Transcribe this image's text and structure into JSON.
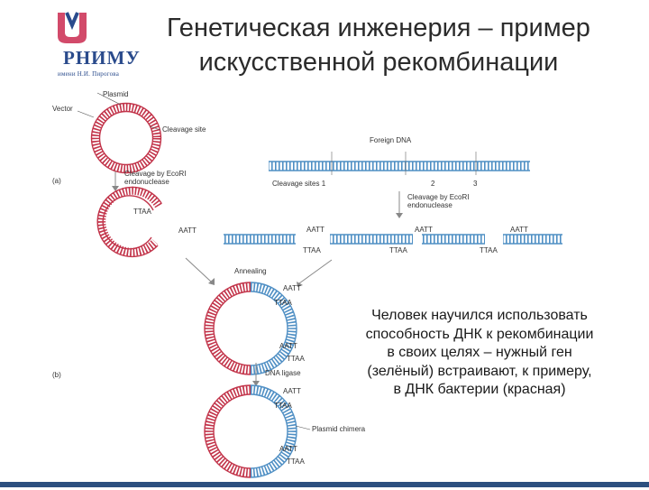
{
  "header": {
    "logo_name": "РНИМУ",
    "logo_sub": "имени Н.И. Пирогова",
    "title_line1": "Генетическая инженерия – пример",
    "title_line2": "искусственной рекомбинации"
  },
  "figure": {
    "labels": {
      "plasmid": "Plasmid",
      "vector": "Vector",
      "cleavage_site": "Cleavage site",
      "foreign_dna": "Foreign DNA",
      "cleavage_sites": "Cleavage sites 1",
      "site_2": "2",
      "site_3": "3",
      "panel_a": "(a)",
      "cleavage_ecori_left_1": "Cleavage by EcoRI",
      "cleavage_ecori_left_2": "endonuclease",
      "cleavage_ecori_right_1": "Cleavage by EcoRI",
      "cleavage_ecori_right_2": "endonuclease",
      "annealing": "Annealing",
      "panel_b": "(b)",
      "dna_ligase": "DNA ligase",
      "plasmid_chimera": "Plasmid chimera",
      "aatt": "AATT",
      "ttaa": "TTAA"
    }
  },
  "callout": {
    "line1": "Человек научился использовать",
    "line2": "способность ДНК к рекомбинации",
    "line3": "в своих целях – нужный ген",
    "line4": "(зелёный) встраивают, к примеру,",
    "line5": "в ДНК бактерии (красная)"
  },
  "colors": {
    "plasmid_red": "#c2344a",
    "foreign_blue": "#4f8fc4",
    "title": "#2b2b2b",
    "logo_blue": "#2a4b8c",
    "logo_red": "#d24a6a"
  }
}
